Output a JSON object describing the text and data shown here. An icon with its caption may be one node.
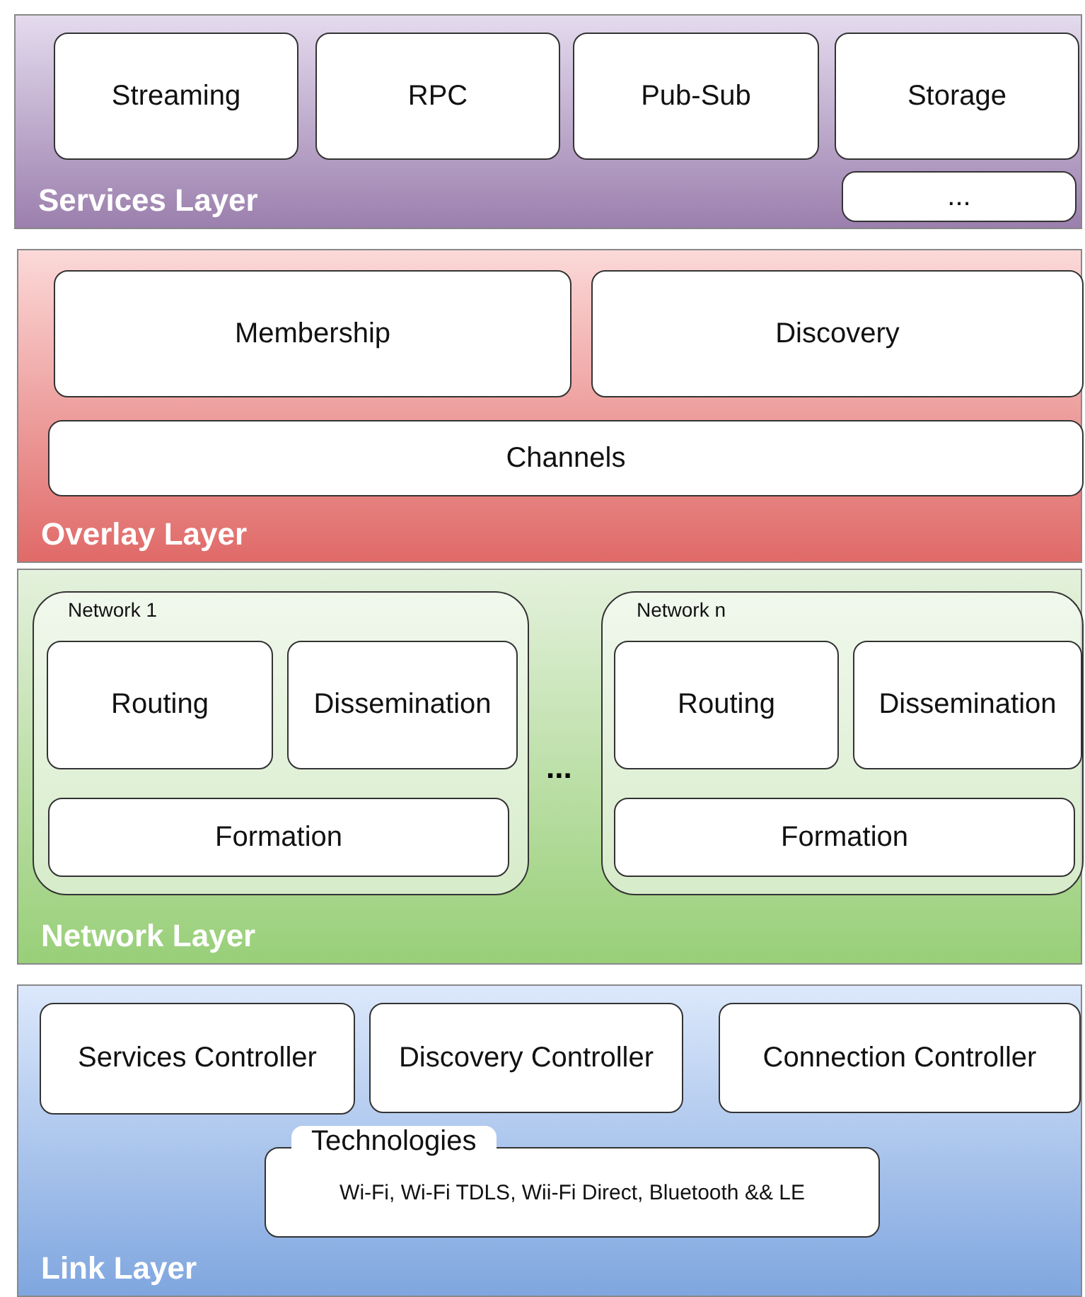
{
  "diagram": {
    "nodes": [
      {
        "text": [
          "Services Layer"
        ]
      },
      {
        "text": [
          "Streaming"
        ],
        "in": 0
      },
      {
        "text": [
          "RPC"
        ],
        "in": 0
      },
      {
        "text": [
          "Pub-Sub"
        ],
        "in": 0
      },
      {
        "text": [
          "Storage"
        ],
        "in": 0
      },
      {
        "text": [
          "..."
        ],
        "in": 0
      },
      {
        "text": [
          "Overlay Layer"
        ]
      },
      {
        "text": [
          "Membership"
        ],
        "in": 6
      },
      {
        "text": [
          "Discovery"
        ],
        "in": 6
      },
      {
        "text": [
          "Channels"
        ],
        "in": 6
      },
      {
        "text": [
          "Network Layer"
        ]
      },
      {
        "text": [
          "Network 1"
        ],
        "in": 10
      },
      {
        "text": [
          "Routing"
        ],
        "in": 11
      },
      {
        "text": [
          "Dissemination"
        ],
        "in": 11
      },
      {
        "text": [
          "Formation"
        ],
        "in": 11
      },
      {
        "text": [
          "Network n"
        ],
        "in": 10
      },
      {
        "text": [
          "Routing"
        ],
        "in": 15
      },
      {
        "text": [
          "Dissemination"
        ],
        "in": 15
      },
      {
        "text": [
          "Formation"
        ],
        "in": 15
      },
      {
        "text": [
          "Link Layer"
        ]
      },
      {
        "text": [
          "Services Controller"
        ],
        "in": 19
      },
      {
        "text": [
          "Discovery Controller"
        ],
        "in": 19
      },
      {
        "text": [
          "Connection Controller"
        ],
        "in": 19
      },
      {
        "text": [
          "Technologies",
          "Wi-Fi, Wi-Fi TDLS, Wii-Fi Direct, Bluetooth && LE"
        ],
        "in": 19
      }
    ],
    "labels": [
      "..."
    ]
  }
}
